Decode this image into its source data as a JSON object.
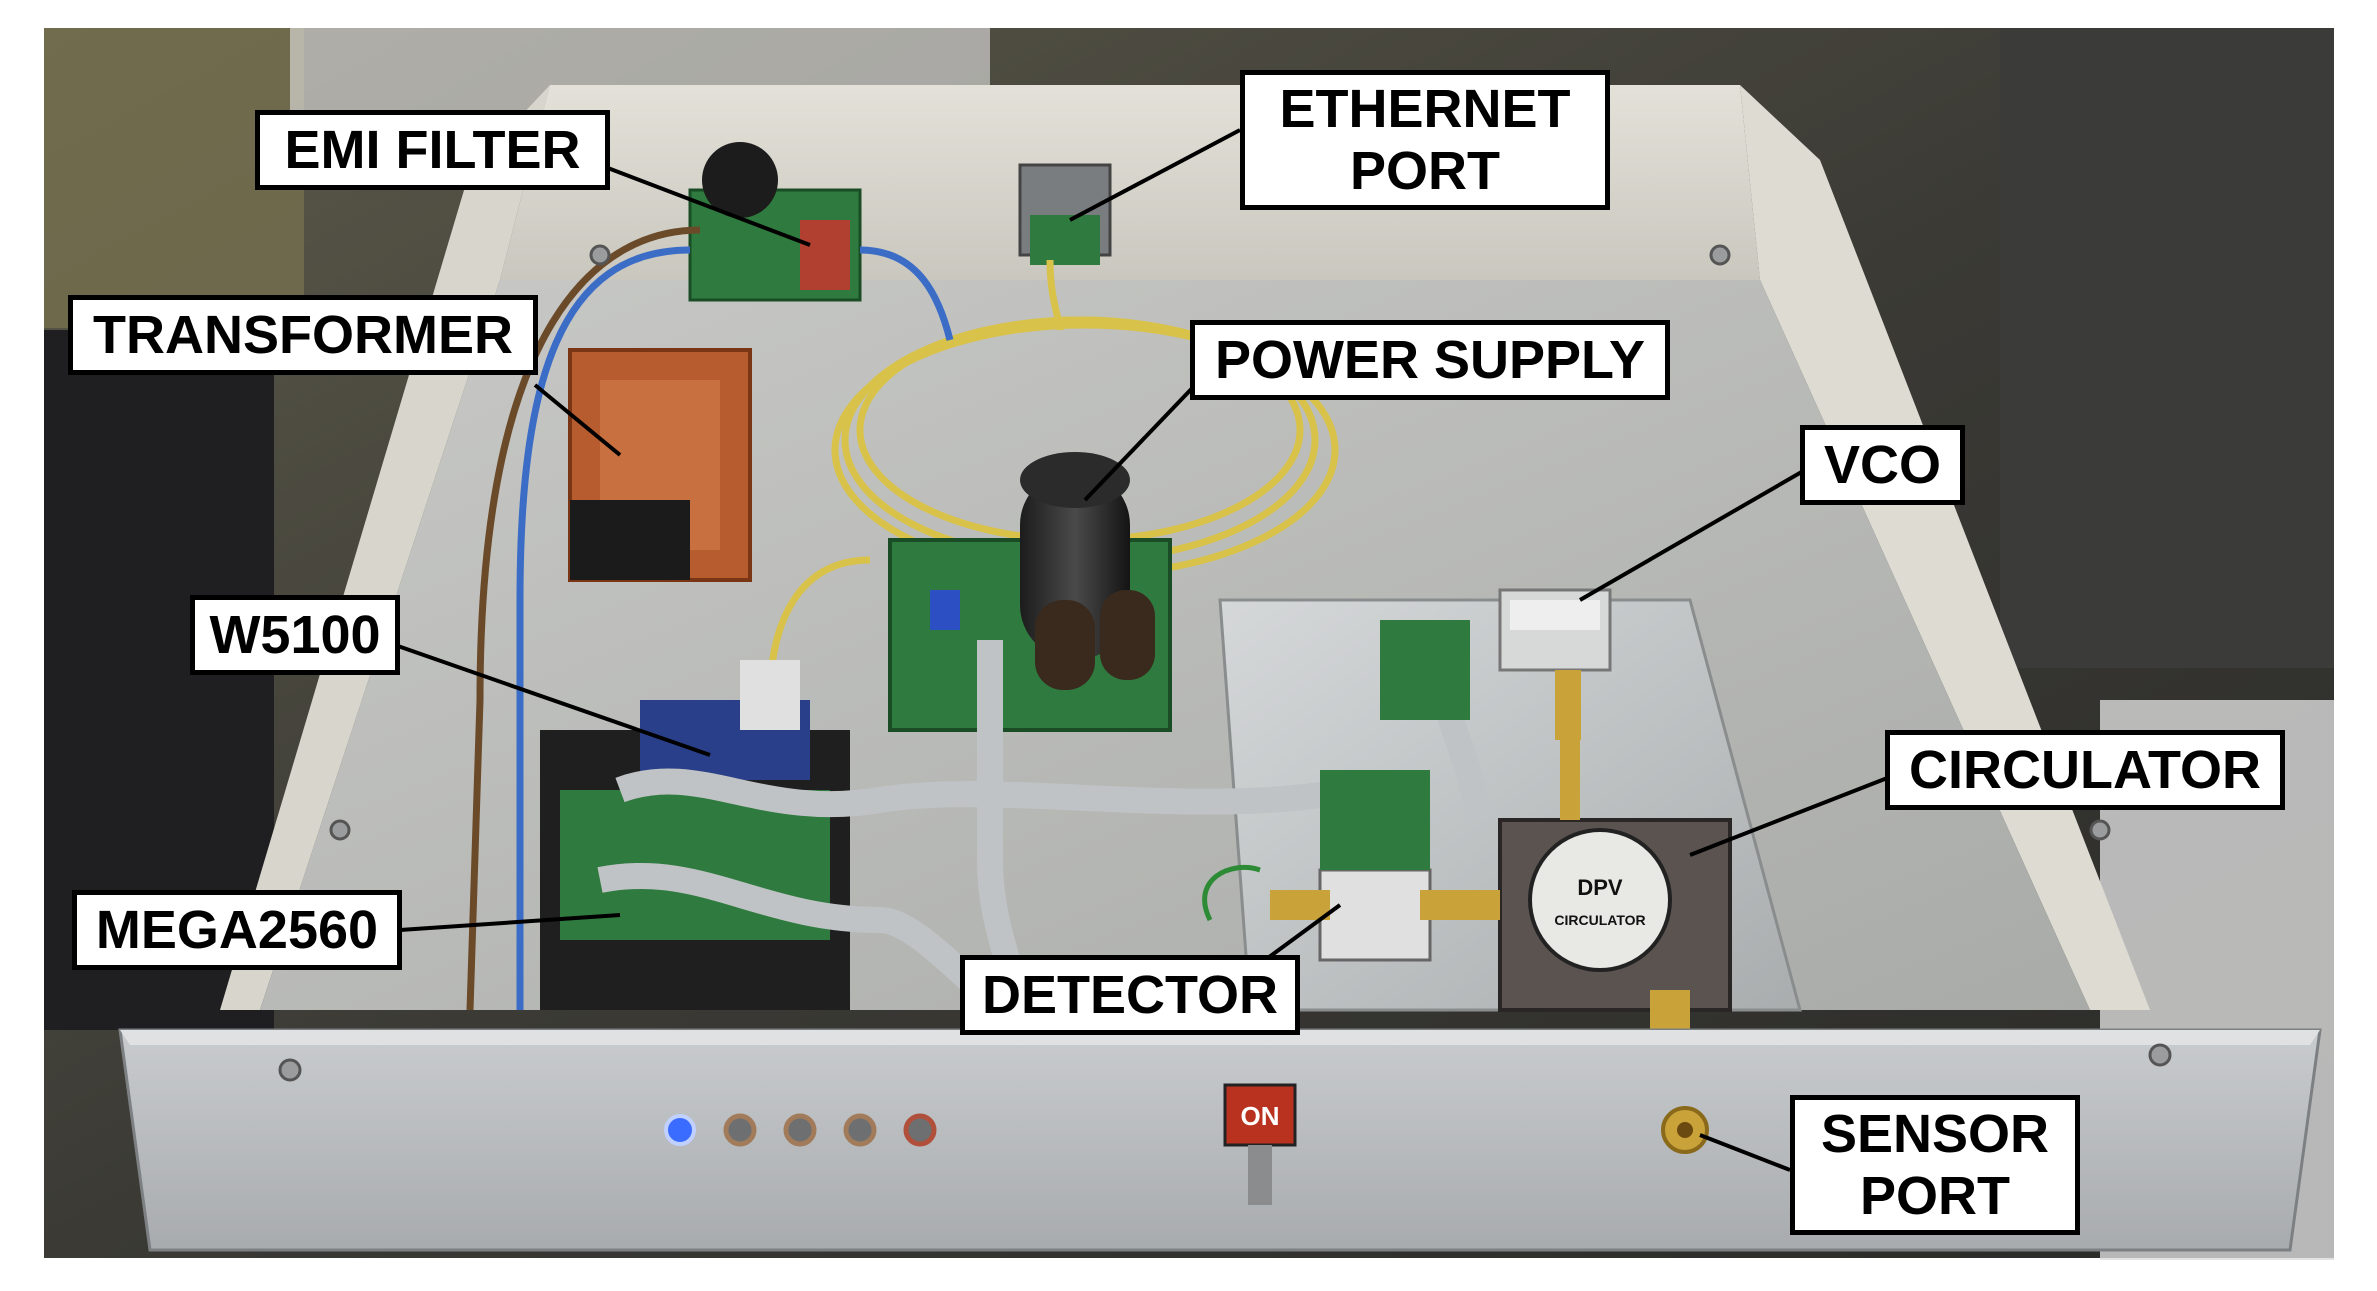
{
  "image": {
    "description_colors": {
      "chassis": "#d6d4cc",
      "aluminum_plate": "#b8bcbe",
      "yellow_cable": "#d8c24a",
      "ribbon_cable": "#bfc2c4",
      "pcb_green": "#2f7a3e",
      "copper": "#b4592d",
      "label_border": "#000000",
      "label_fill": "#ffffff"
    }
  },
  "labels": {
    "emi_filter": "EMI FILTER",
    "ethernet_port_line1": "ETHERNET",
    "ethernet_port_line2": "PORT",
    "transformer": "TRANSFORMER",
    "power_supply": "POWER SUPPLY",
    "vco": "VCO",
    "w5100": "W5100",
    "circulator": "CIRCULATOR",
    "mega2560": "MEGA2560",
    "detector": "DETECTOR",
    "sensor_port_line1": "SENSOR",
    "sensor_port_line2": "PORT"
  },
  "front_panel": {
    "switch_label": "ON",
    "led_color": "#3a6cff"
  },
  "circulator_print": {
    "brand": "DPV",
    "text": "CIRCULATOR"
  }
}
